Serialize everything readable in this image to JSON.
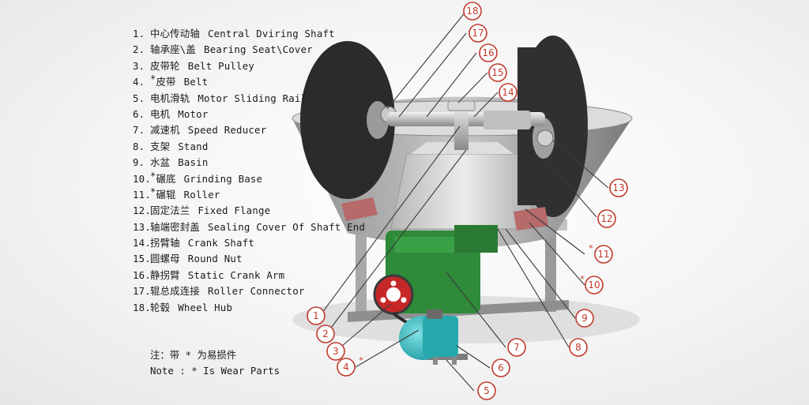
{
  "parts": [
    {
      "num": "1.",
      "star": "",
      "zh": "中心传动轴",
      "en": "Central Dviring Shaft"
    },
    {
      "num": "2.",
      "star": "",
      "zh": "轴承座\\盖",
      "en": "Bearing Seat\\Cover"
    },
    {
      "num": "3.",
      "star": "",
      "zh": "皮带轮",
      "en": "Belt Pulley"
    },
    {
      "num": "4.",
      "star": "*",
      "zh": "皮带",
      "en": "Belt"
    },
    {
      "num": "5.",
      "star": "",
      "zh": "电机滑轨",
      "en": "Motor Sliding Rail"
    },
    {
      "num": "6.",
      "star": "",
      "zh": "电机",
      "en": "Motor"
    },
    {
      "num": "7.",
      "star": "",
      "zh": "减速机",
      "en": "Speed Reducer"
    },
    {
      "num": "8.",
      "star": "",
      "zh": "支架",
      "en": "Stand"
    },
    {
      "num": "9.",
      "star": "",
      "zh": "水盆",
      "en": "Basin"
    },
    {
      "num": "10.",
      "star": "*",
      "zh": "碾底",
      "en": "Grinding Base"
    },
    {
      "num": "11.",
      "star": "*",
      "zh": "碾辊",
      "en": "Roller"
    },
    {
      "num": "12.",
      "star": "",
      "zh": "固定法兰",
      "en": "Fixed Flange"
    },
    {
      "num": "13.",
      "star": "",
      "zh": "轴端密封盖",
      "en": "Sealing Cover Of Shaft End"
    },
    {
      "num": "14.",
      "star": "",
      "zh": "拐臂轴",
      "en": "Crank Shaft"
    },
    {
      "num": "15.",
      "star": "",
      "zh": "圆螺母",
      "en": "Round Nut"
    },
    {
      "num": "16.",
      "star": "",
      "zh": "静拐臂",
      "en": "Static Crank Arm"
    },
    {
      "num": "17.",
      "star": "",
      "zh": "辊总成连接",
      "en": "Roller Connector"
    },
    {
      "num": "18.",
      "star": "",
      "zh": "轮毂",
      "en": "Wheel Hub"
    }
  ],
  "note": {
    "zh": "注：带 * 为易损件",
    "en": "Note : * Is Wear Parts"
  },
  "callouts": [
    {
      "label": "18",
      "star": ""
    },
    {
      "label": "17",
      "star": ""
    },
    {
      "label": "16",
      "star": ""
    },
    {
      "label": "15",
      "star": ""
    },
    {
      "label": "14",
      "star": ""
    },
    {
      "label": "13",
      "star": ""
    },
    {
      "label": "12",
      "star": ""
    },
    {
      "label": "11",
      "star": "*"
    },
    {
      "label": "10",
      "star": "*"
    },
    {
      "label": "9",
      "star": ""
    },
    {
      "label": "8",
      "star": ""
    },
    {
      "label": "7",
      "star": ""
    },
    {
      "label": "6",
      "star": ""
    },
    {
      "label": "5",
      "star": ""
    },
    {
      "label": "4",
      "star": "*"
    },
    {
      "label": "3",
      "star": ""
    },
    {
      "label": "2",
      "star": ""
    },
    {
      "label": "1",
      "star": ""
    }
  ],
  "colors": {
    "callout": "#c0392b",
    "reducer": "#2f8a3a",
    "pulley": "#c62828",
    "motor": "#2ab3b8",
    "roller": "#2b2b2b",
    "basin": "#9e9e9e"
  }
}
